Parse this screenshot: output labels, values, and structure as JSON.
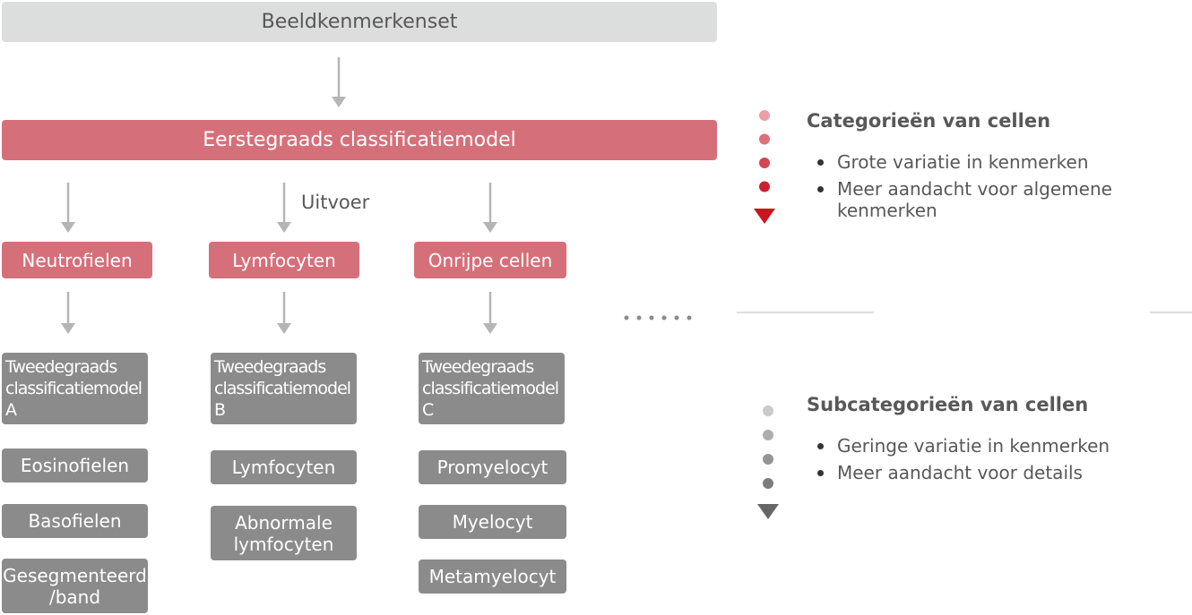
{
  "input": {
    "label": "Beeldkenmerkenset"
  },
  "first_model": {
    "label": "Eerstegraads classificatiemodel"
  },
  "output_label": "Uitvoer",
  "columns": [
    {
      "category": "Neutrofielen",
      "second_model": "Tweedegraads\nclassificatiemodel\nA",
      "subclasses": [
        "Eosinofielen",
        "Basofielen",
        "Gesegmenteerd\n/band"
      ]
    },
    {
      "category": "Lymfocyten",
      "second_model": "Tweedegraads\nclassificatiemodel\nB",
      "subclasses": [
        "Lymfocyten",
        "Abnormale\nlymfocyten"
      ]
    },
    {
      "category": "Onrijpe cellen",
      "second_model": "Tweedegraads\nclassificatiemodel\nC",
      "subclasses": [
        "Promyelocyt",
        "Myelocyt",
        "Metamyelocyt"
      ]
    }
  ],
  "legend": {
    "categories": {
      "title": "Categorieën van cellen",
      "items": [
        "Grote variatie in kenmerken",
        "Meer aandacht voor algemene\nkenmerken"
      ],
      "colors": [
        "#e8a0a6",
        "#dd7078",
        "#d44550",
        "#cc2030",
        "#c8161e"
      ]
    },
    "subcategories": {
      "title": "Subcategorieën van cellen",
      "items": [
        "Geringe variatie in kenmerken",
        "Meer aandacht voor details"
      ],
      "colors": [
        "#c9caca",
        "#aeaeae",
        "#949494",
        "#7d7d7d",
        "#666666"
      ]
    }
  },
  "colors": {
    "accent": "#d5707a",
    "gray_box": "#8b8b8b",
    "light_box": "#dcdddd",
    "arrow": "#b5b5b6"
  }
}
